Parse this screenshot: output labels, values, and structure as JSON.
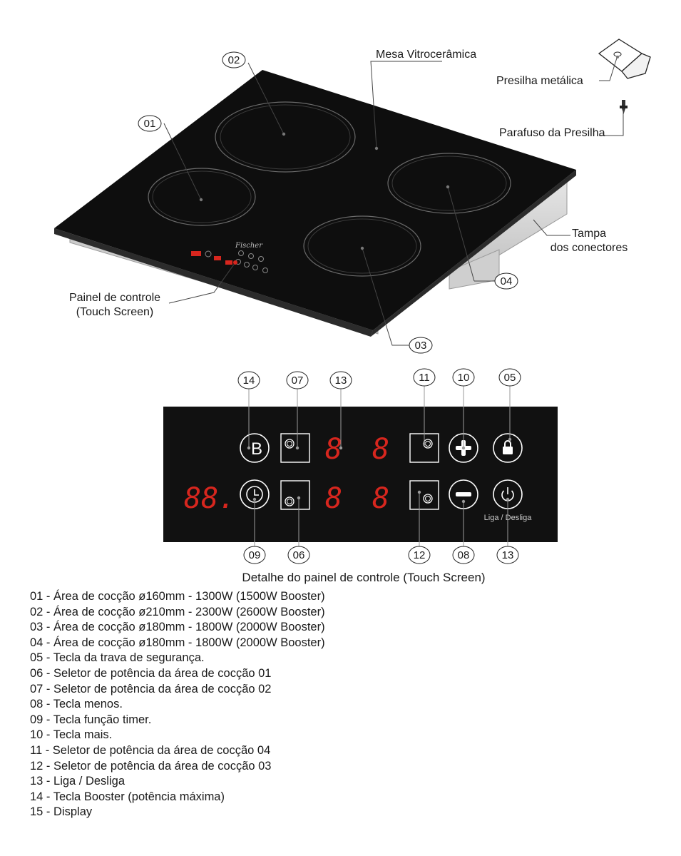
{
  "cooktop": {
    "labels": {
      "mesa": "Mesa Vitrocerâmica",
      "presilha": "Presilha metálica",
      "parafuso": "Parafuso da Presilha",
      "tampa_1": "Tampa",
      "tampa_2": "dos conectores",
      "painel_1": "Painel de controle",
      "painel_2": "(Touch Screen)"
    },
    "callouts": {
      "c01": "01",
      "c02": "02",
      "c03": "03",
      "c04": "04"
    },
    "brand": "Fischer"
  },
  "panel": {
    "callouts_top": {
      "c14": "14",
      "c07": "07",
      "c13": "13",
      "c11": "11",
      "c10": "10",
      "c05": "05"
    },
    "callouts_bottom": {
      "c09": "09",
      "c06": "06",
      "c12": "12",
      "c08": "08",
      "c13": "13"
    },
    "booster_label": "B",
    "power_label": "Liga / Desliga",
    "display_digits": {
      "timer": "88.",
      "zone_a_top": "8",
      "zone_b_top": "8",
      "zone_a_bottom": "8",
      "zone_b_bottom": "8"
    },
    "caption": "Detalhe do painel de controle (Touch Screen)",
    "colors": {
      "panel_bg": "#111111",
      "display_red": "#d7261e"
    }
  },
  "legend": [
    "01 - Área de cocção ø160mm - 1300W (1500W Booster)",
    "02 - Área de cocção ø210mm - 2300W (2600W Booster)",
    "03 - Área de cocção ø180mm - 1800W (2000W Booster)",
    "04 - Área de cocção ø180mm - 1800W (2000W Booster)",
    "05 - Tecla da trava de segurança.",
    "06 - Seletor de potência da área de cocção 01",
    "07 - Seletor de potência da área de cocção 02",
    "08 - Tecla menos.",
    "09 - Tecla função timer.",
    "10 - Tecla mais.",
    "11 - Seletor de potência da área de cocção 04",
    "12 - Seletor de potência da área de cocção 03",
    "13 - Liga / Desliga",
    "14 - Tecla Booster (potência máxima)",
    "15 - Display"
  ]
}
